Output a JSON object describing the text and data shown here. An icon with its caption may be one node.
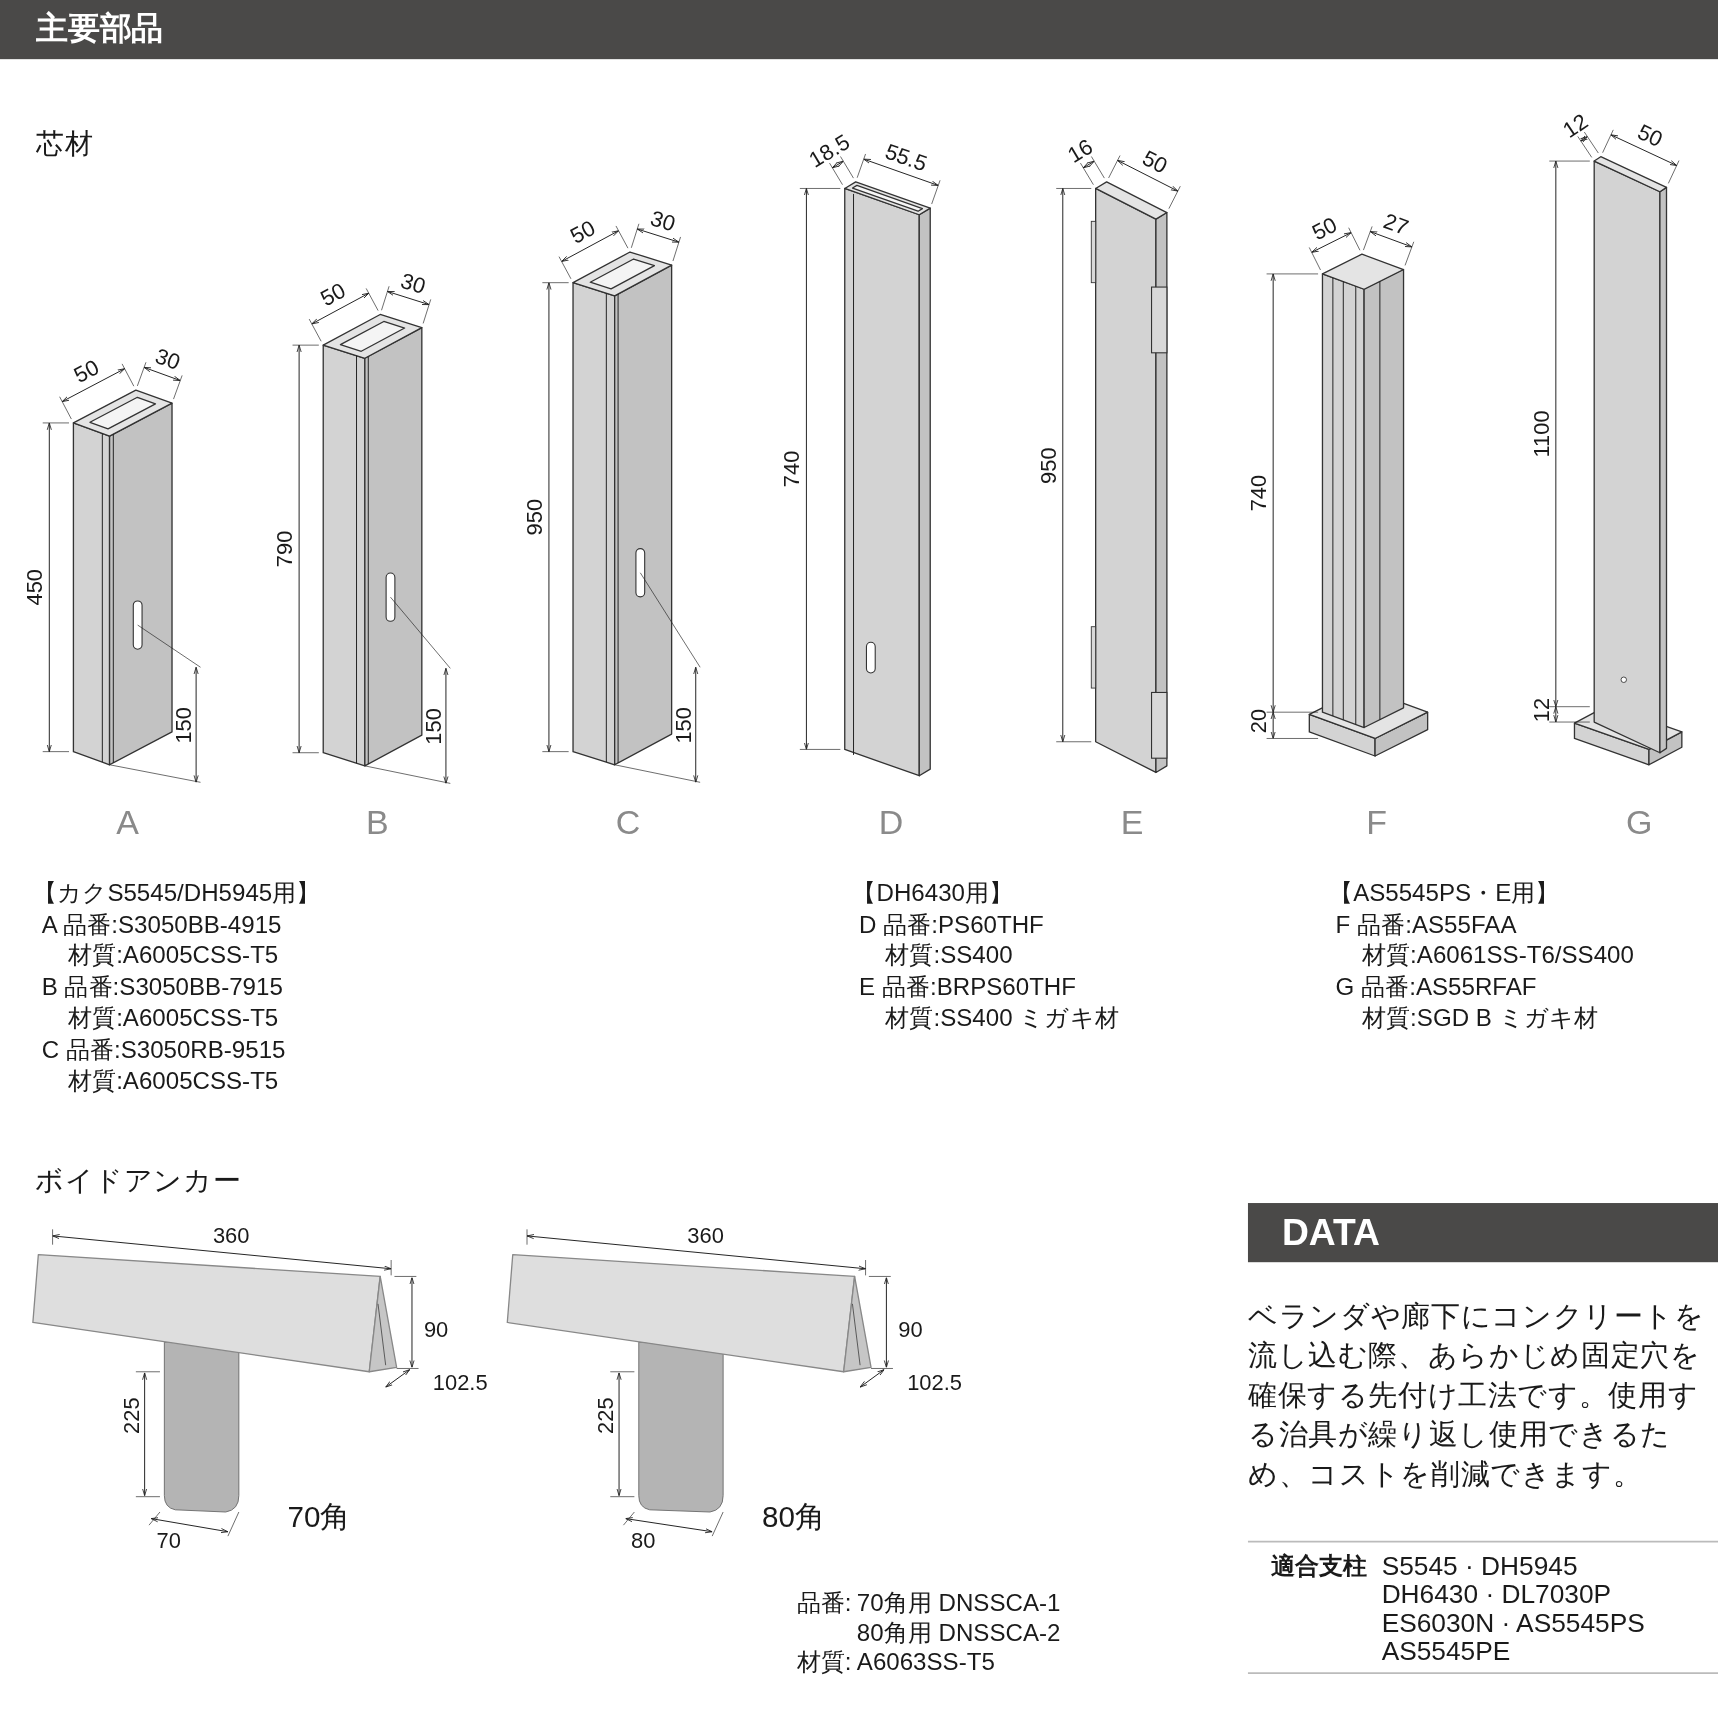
{
  "diagram": {
    "nodes": [
      {
        "text": [
          "主要部品"
        ]
      },
      {
        "text": [
          "DATA"
        ]
      }
    ],
    "labels": [
      "芯材",
      "50",
      "30",
      "450",
      "150",
      "A",
      "50",
      "30",
      "790",
      "150",
      "B",
      "50",
      "30",
      "950",
      "150",
      "C",
      "18.5",
      "55.5",
      "740",
      "D",
      "16",
      "50",
      "950",
      "E",
      "50",
      "27",
      "740",
      "20",
      "F",
      "12",
      "50",
      "1100",
      "12",
      "G",
      "【カクS5545/DH5945用】",
      "A 品番:S3050BB-4915",
      "材質:A6005CSS-T5",
      "B 品番:S3050BB-7915",
      "材質:A6005CSS-T5",
      "C 品番:S3050RB-9515",
      "材質:A6005CSS-T5",
      "【DH6430用】",
      "D 品番:PS60THF",
      "材質:SS400",
      "E 品番:BRPS60THF",
      "材質:SS400 ミガキ材",
      "【AS5545PS・E用】",
      "F 品番:AS55FAA",
      "材質:A6061SS-T6/SS400",
      "G 品番:AS55RFAF",
      "材質:SGD B ミガキ材",
      "ボイドアンカー",
      "360",
      "90",
      "102.5",
      "225",
      "70",
      "70角",
      "360",
      "90",
      "102.5",
      "225",
      "80",
      "80角",
      "品番:",
      "70角用 DNSSCA-1",
      "80角用 DNSSCA-2",
      "材質:",
      "A6063SS-T5",
      "ベランダや廊下にコンクリートを流し込む際、あらかじめ固定穴を確保する先付け工法です。使用する治具が繰り返し使用できるため、コストを削減できます。",
      "適合支柱",
      "S5545 · DH5945",
      "DH6430 · DL7030P",
      "ES6030N · AS5545PS",
      "AS5545PE"
    ]
  }
}
